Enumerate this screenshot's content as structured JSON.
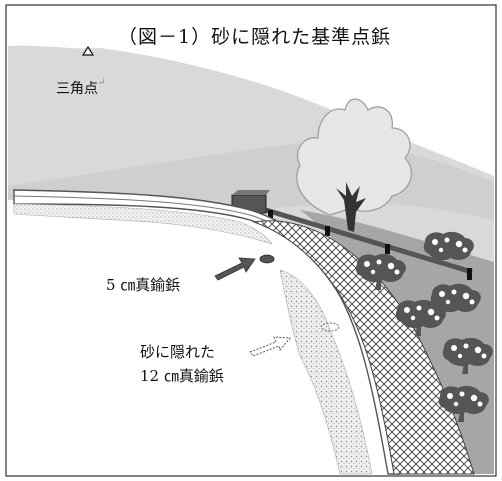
{
  "figure": {
    "title": "（図－1）砂に隠れた基準点鋲",
    "triangle_point_label": "三角点",
    "return_mark": "↵",
    "nail_5cm_label": "5 ㎝真鍮鋲",
    "nail_12cm_label_line1": "砂に隠れた",
    "nail_12cm_label_line2": "12 ㎝真鍮鋲"
  },
  "colors": {
    "border": "#333333",
    "hill": "#d9d9d9",
    "hill_dark": "#c9c9c9",
    "tree_fill": "#e8e8e8",
    "slope_fill": "#a6a6a6",
    "road": "#ffffff",
    "rail": "#555555",
    "bush": "#555555",
    "arrow": "#555555"
  },
  "icons": {
    "triangle_point": "triangle-outline",
    "bush": "rocky-shrub"
  }
}
